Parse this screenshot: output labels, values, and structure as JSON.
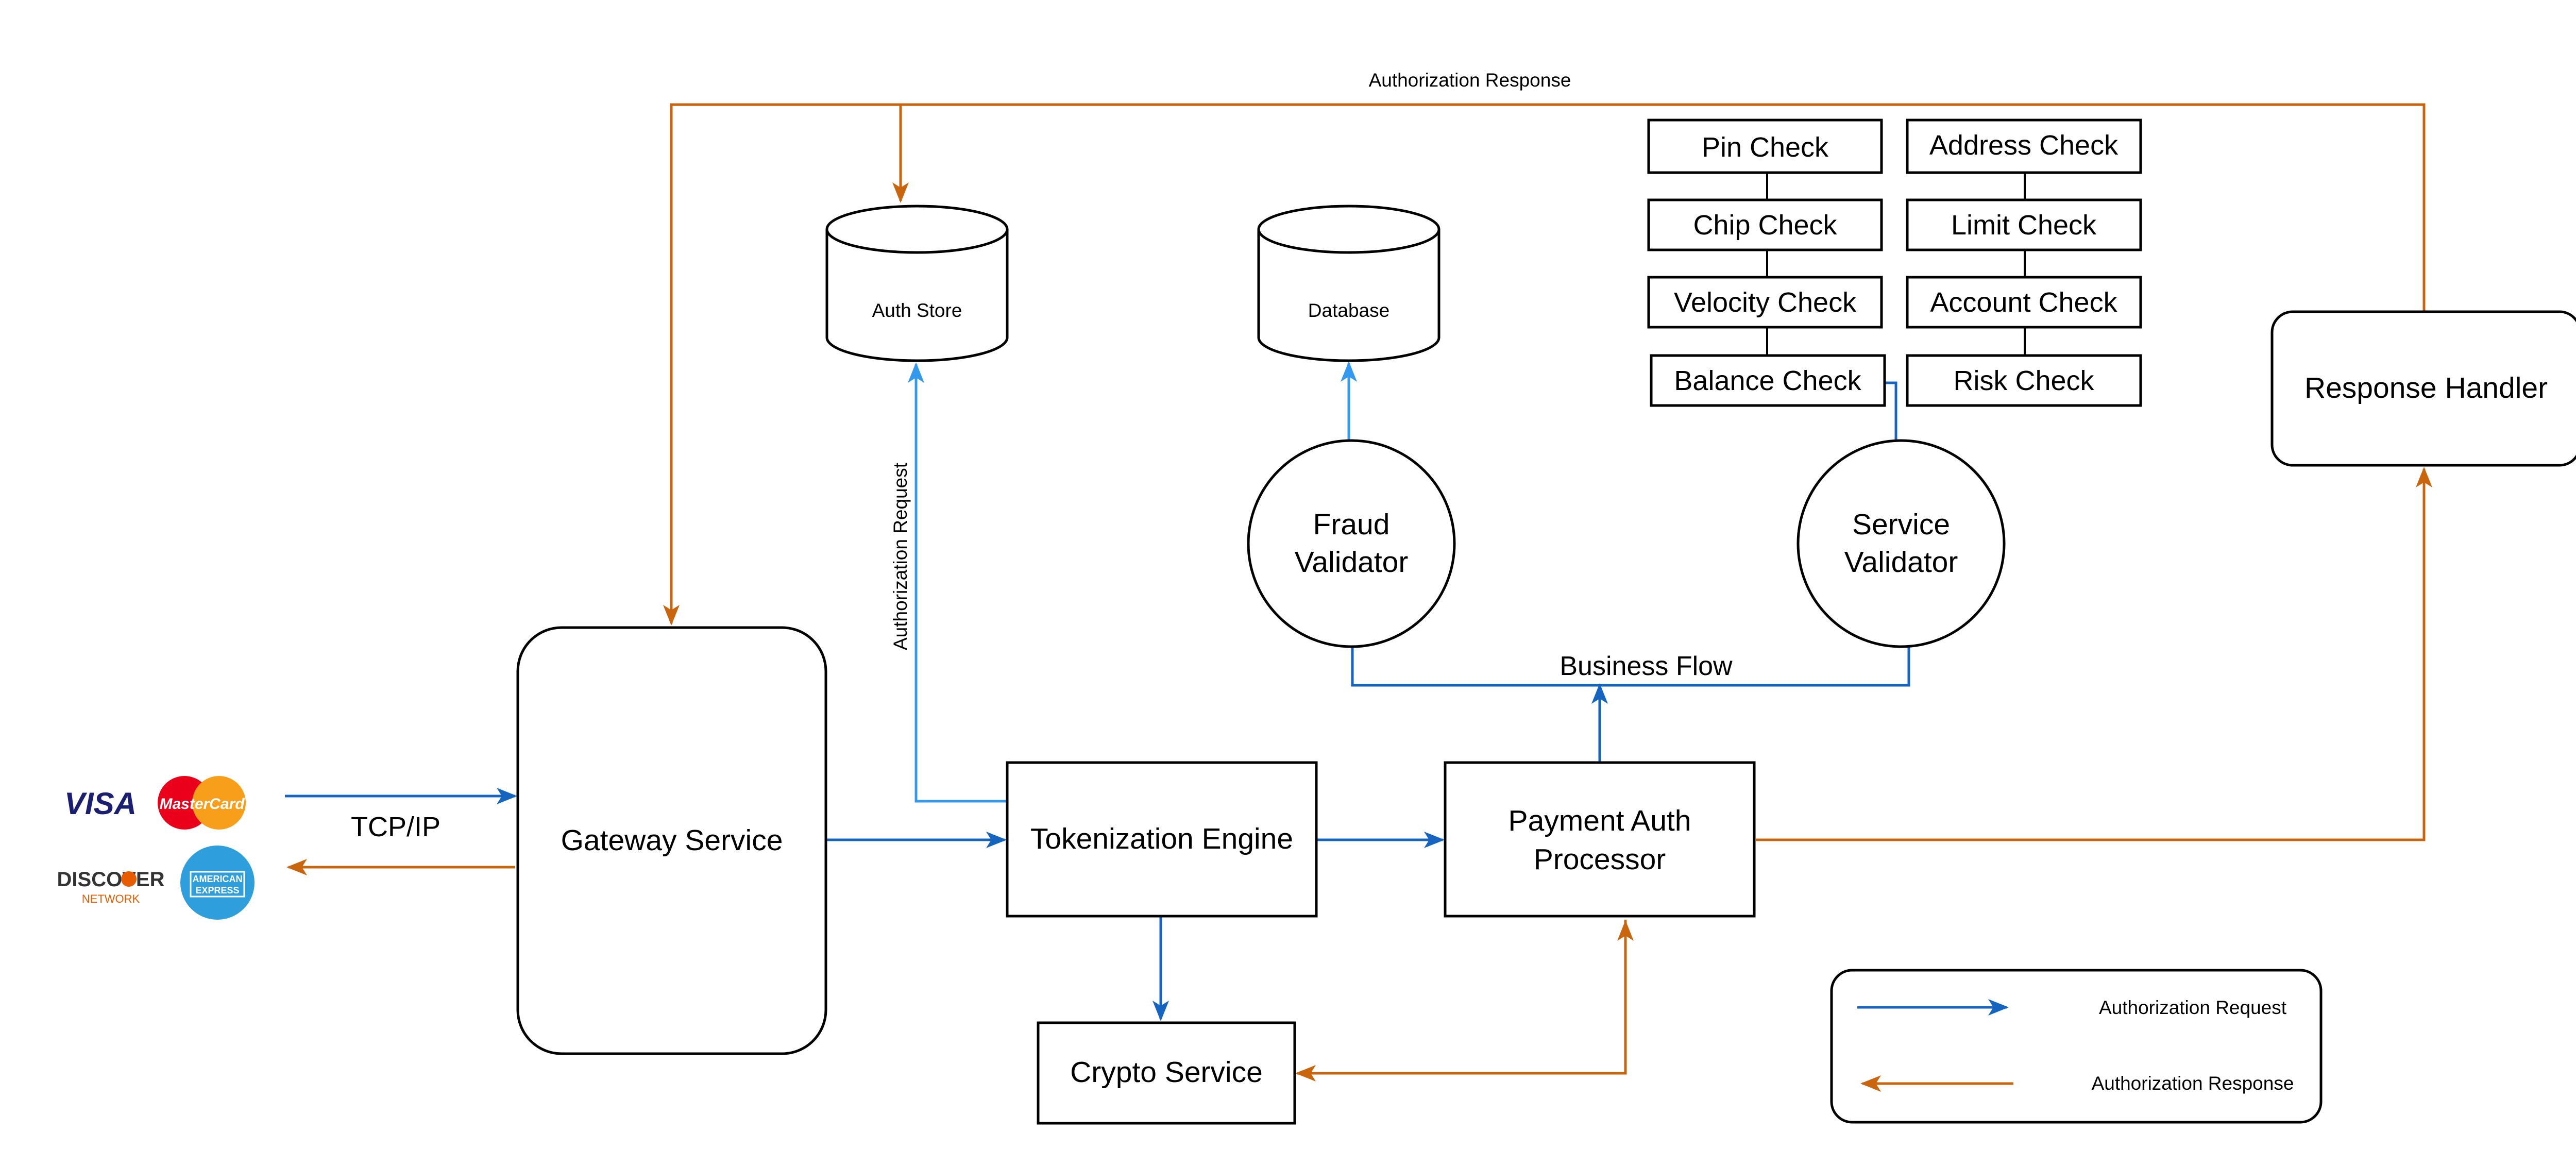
{
  "colors": {
    "request": "#1565C0",
    "request_light": "#3399EE",
    "response": "#C8650D",
    "visa": "#1A1F71",
    "mastercard_red": "#EB001B",
    "mastercard_orange": "#F79E1B",
    "amex": "#2E9FDB",
    "discover_orange": "#E65C00"
  },
  "nodes": {
    "gateway": "Gateway Service",
    "tokenization": "Tokenization Engine",
    "payment_auth_line1": "Payment Auth",
    "payment_auth_line2": "Processor",
    "crypto": "Crypto Service",
    "response_handler": "Response Handler",
    "auth_store": "Auth Store",
    "database": "Database",
    "fraud_line1": "Fraud",
    "fraud_line2": "Validator",
    "service_line1": "Service",
    "service_line2": "Validator",
    "checks_left": [
      "Pin Check",
      "Chip Check",
      "Velocity Check",
      "Balance Check"
    ],
    "checks_right": [
      "Address Check",
      "Limit Check",
      "Account Check",
      "Risk Check"
    ]
  },
  "edge_labels": {
    "tcp_ip": "TCP/IP",
    "authorization_request": "Authorization Request",
    "authorization_response": "Authorization Response",
    "business_flow": "Business Flow"
  },
  "card_logos": {
    "visa": "VISA",
    "mastercard": "MasterCard",
    "discover": "DISCOVER",
    "discover_sub": "NETWORK",
    "amex_line1": "AMERICAN",
    "amex_line2": "EXPRESS"
  },
  "legend": {
    "request": "Authorization Request",
    "response": "Authorization Response"
  }
}
